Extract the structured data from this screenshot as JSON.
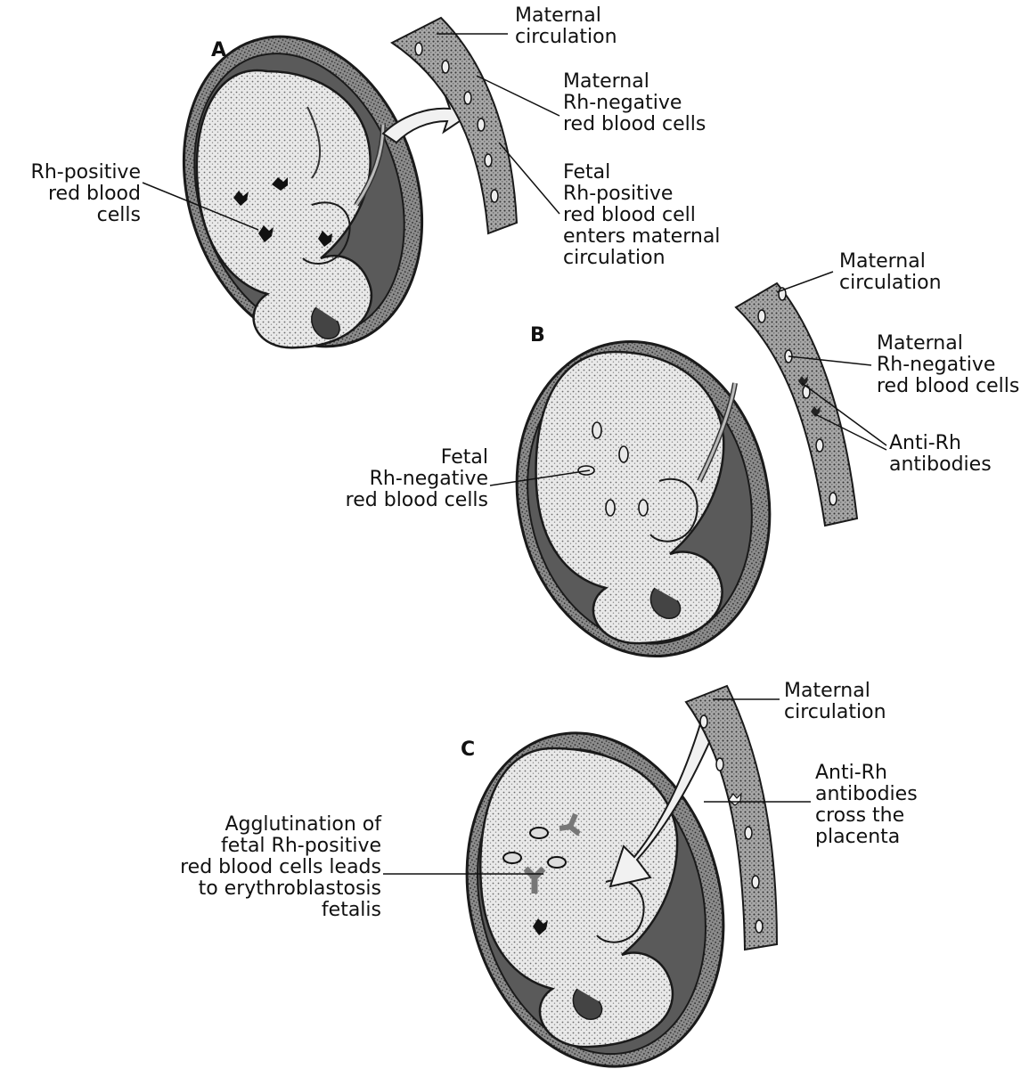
{
  "panels": [
    {
      "letter": "A",
      "labels": {
        "maternal_circulation": "Maternal\ncirculation",
        "maternal_rh_negative": "Maternal\nRh-negative\nred blood cells",
        "rh_positive": "Rh-positive\nred blood cells",
        "fetal_rh_positive_enters": "Fetal\nRh-positive\nred blood cell\nenters maternal\ncirculation"
      }
    },
    {
      "letter": "B",
      "labels": {
        "maternal_circulation": "Maternal\ncirculation",
        "maternal_rh_negative": "Maternal\nRh-negative\nred blood cells",
        "anti_rh_antibodies": "Anti-Rh\nantibodies",
        "fetal_rh_negative": "Fetal\nRh-negative\nred blood cells"
      }
    },
    {
      "letter": "C",
      "labels": {
        "maternal_circulation": "Maternal\ncirculation",
        "anti_rh_cross": "Anti-Rh\nantibodies\ncross the\nplacenta",
        "agglutination": "Agglutination of\nfetal Rh-positive\nred blood cells leads\nto erythroblastosis\nfetalis"
      }
    }
  ],
  "colors": {
    "ink": "#1a1a1a",
    "shade_dark": "#555555",
    "shade_mid": "#9a9a9a",
    "shade_light": "#d6d6d6"
  }
}
